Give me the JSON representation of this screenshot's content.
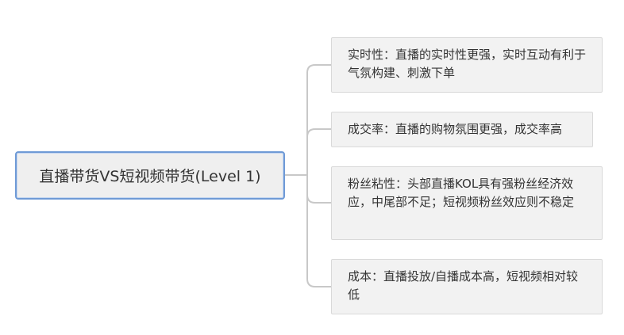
{
  "mindmap": {
    "root": {
      "label": "直播带货VS短视频带货(Level 1)"
    },
    "children": [
      {
        "label": "实时性：直播的实时性更强，实时互动有利于气氛构建、刺激下单"
      },
      {
        "label": "成交率：直播的购物氛围更强，成交率高"
      },
      {
        "label": "粉丝粘性：头部直播KOL具有强粉丝经济效应，中尾部不足；短视频粉丝效应则不稳定"
      },
      {
        "label": "成本：直播投放/自播成本高，短视频相对较低"
      }
    ],
    "colors": {
      "root_border": "#6f9ad6",
      "root_fill": "#efefef",
      "node_fill": "#f2f2f2",
      "node_border": "#d9d9d9",
      "connector": "#c8c8c8",
      "text": "#333333"
    }
  }
}
